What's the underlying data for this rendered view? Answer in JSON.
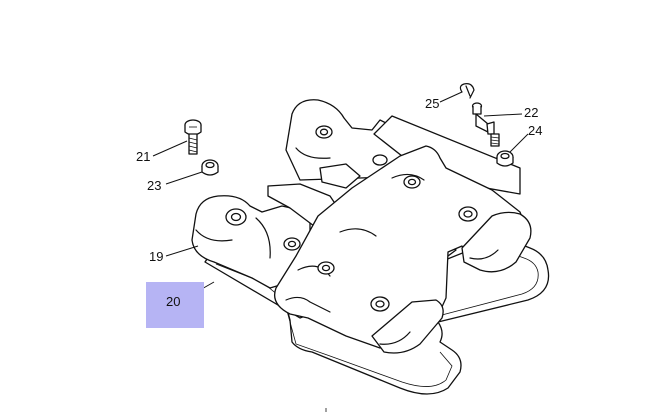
{
  "diagram": {
    "callouts": {
      "c19": "19",
      "c20": "20",
      "c21": "21",
      "c22": "22",
      "c23": "23",
      "c24": "24",
      "c25": "25"
    },
    "highlight_color": "#b6b4f4",
    "line_color": "#111111"
  }
}
